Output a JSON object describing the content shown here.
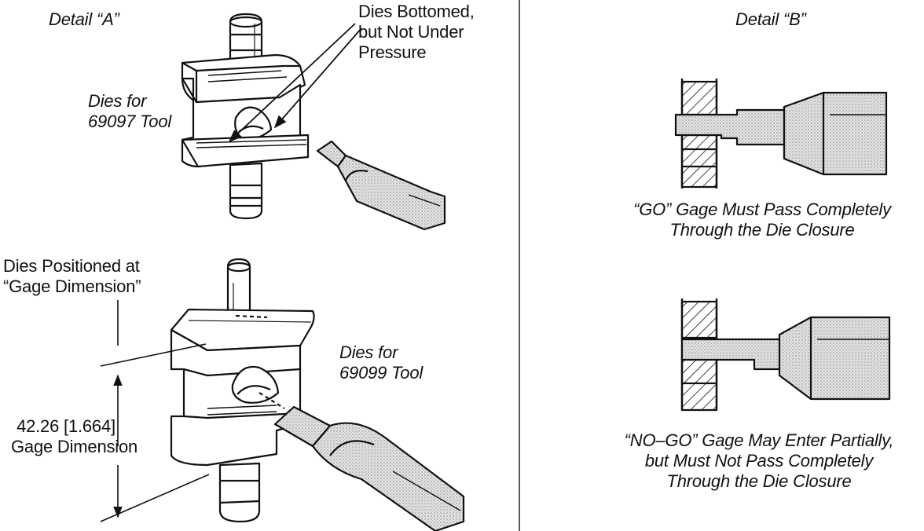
{
  "detail_a": {
    "title": "Detail “A”",
    "top_callout": [
      "Dies Bottomed,",
      "but Not Under",
      "Pressure"
    ],
    "top_tool": [
      "Dies for",
      "69097 Tool"
    ],
    "bottom_callout": [
      "Dies Positioned at",
      "“Gage Dimension”"
    ],
    "bottom_tool": [
      "Dies for",
      "69099 Tool"
    ],
    "dimension": [
      "42.26 [1.664]",
      "Gage Dimension"
    ]
  },
  "detail_b": {
    "title": "Detail “B”",
    "go_caption": [
      "“GO” Gage Must Pass Completely",
      "Through the Die Closure"
    ],
    "nogo_caption": [
      "“NO–GO” Gage May Enter Partially,",
      "but Must Not Pass Completely",
      "Through the Die Closure"
    ]
  },
  "colors": {
    "ink": "#111111",
    "stipple": "#d6d6d6",
    "background": "#ffffff"
  }
}
